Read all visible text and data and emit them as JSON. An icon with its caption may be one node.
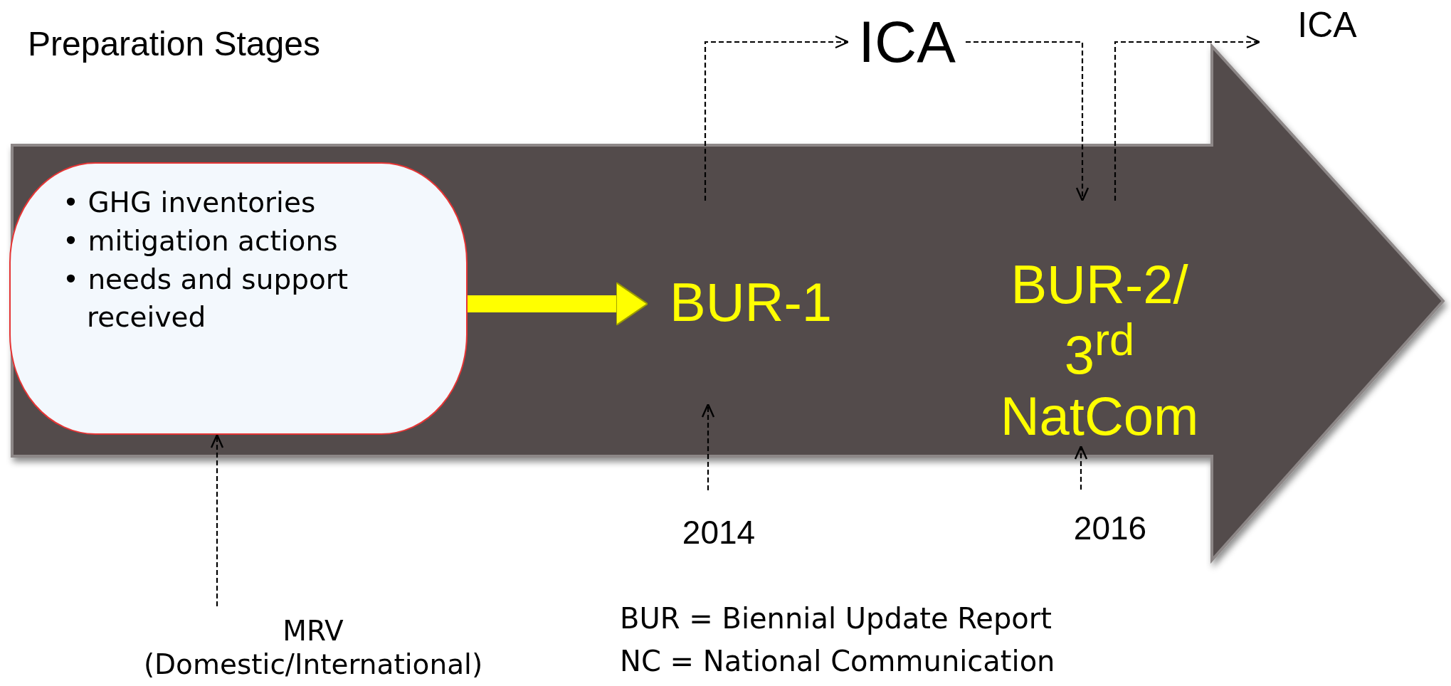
{
  "diagram": {
    "title": "Preparation Stages",
    "nodes": [
      {
        "text": [],
        "shape": "arrow"
      },
      {
        "text": [
          "• GHG inventories",
          "• mitigation actions",
          "• needs and support received"
        ],
        "in": 0
      },
      {
        "text": [
          "BUR-1"
        ],
        "in": 0
      },
      {
        "text": [
          "BUR-2/ 3$^{rd}$ NatCom"
        ],
        "in": 0
      },
      {
        "text": [
          "ICA"
        ]
      },
      {
        "text": [
          "ICA"
        ]
      },
      {
        "text": [
          "MRV (Domestic/International)"
        ]
      },
      {
        "text": [
          "2014"
        ]
      },
      {
        "text": [
          "2016"
        ]
      }
    ],
    "edges": [
      {
        "from": 6,
        "to": 1,
        "arrow": "to",
        "style": "dashed"
      },
      {
        "from": 1,
        "to": 2,
        "arrow": "to",
        "style": "thick",
        "color": "#ffff00"
      },
      {
        "from": 7,
        "to": 2,
        "arrow": "to",
        "style": "dashed"
      },
      {
        "from": 8,
        "to": 3,
        "arrow": "to",
        "style": "dashed"
      },
      {
        "from": 2,
        "to": 4,
        "arrow": "to",
        "style": "dashed"
      },
      {
        "from": 4,
        "to": 3,
        "arrow": "to",
        "style": "dashed"
      },
      {
        "from": 3,
        "to": 5,
        "arrow": "to",
        "style": "dashed"
      }
    ],
    "labels": [
      "BUR = Biennial Update Report",
      "NC = National Communication"
    ]
  }
}
